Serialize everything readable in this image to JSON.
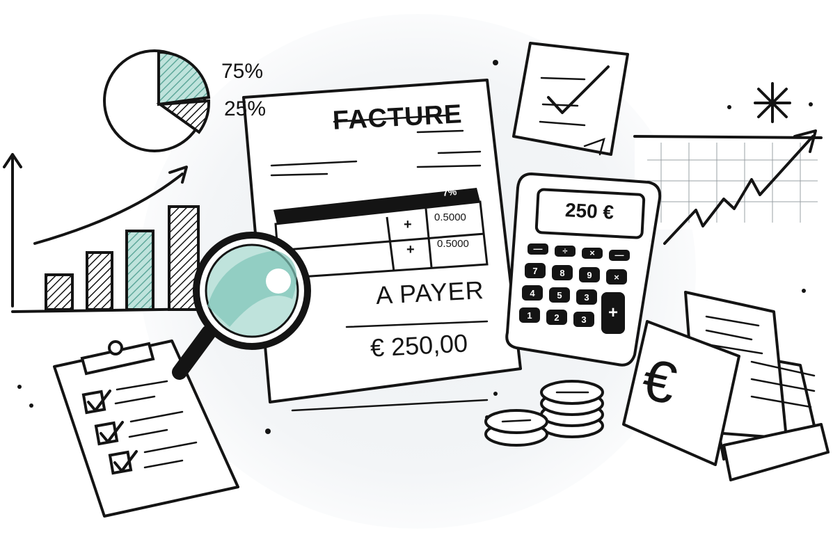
{
  "colors": {
    "ink": "#141414",
    "accent": "#7fc4b8",
    "paper": "#ffffff",
    "background": "#f3f5f7"
  },
  "pie": {
    "label_a": "75%",
    "label_b": "25%"
  },
  "invoice": {
    "title": "FACTURE",
    "header_right": "7%",
    "rows": [
      {
        "sign": "+",
        "value": "0.5000"
      },
      {
        "sign": "+",
        "value": "0.5000"
      }
    ],
    "due_label": "A PAYER",
    "due_amount": "€ 250,00"
  },
  "calculator": {
    "display": "250 €",
    "keys": [
      "—",
      "÷",
      "×",
      "—",
      "7",
      "8",
      "9",
      "×",
      "4",
      "5",
      "3",
      "",
      "1",
      "2",
      "3",
      "+"
    ]
  },
  "money": {
    "currency_symbol": "€"
  },
  "icons": [
    "pie-chart-icon",
    "bar-chart-icon",
    "magnifier-icon",
    "clipboard-icon",
    "checkmark-note-icon",
    "sparkle-icon",
    "line-chart-icon",
    "calculator-icon",
    "coins-icon",
    "euro-bill-icon"
  ]
}
